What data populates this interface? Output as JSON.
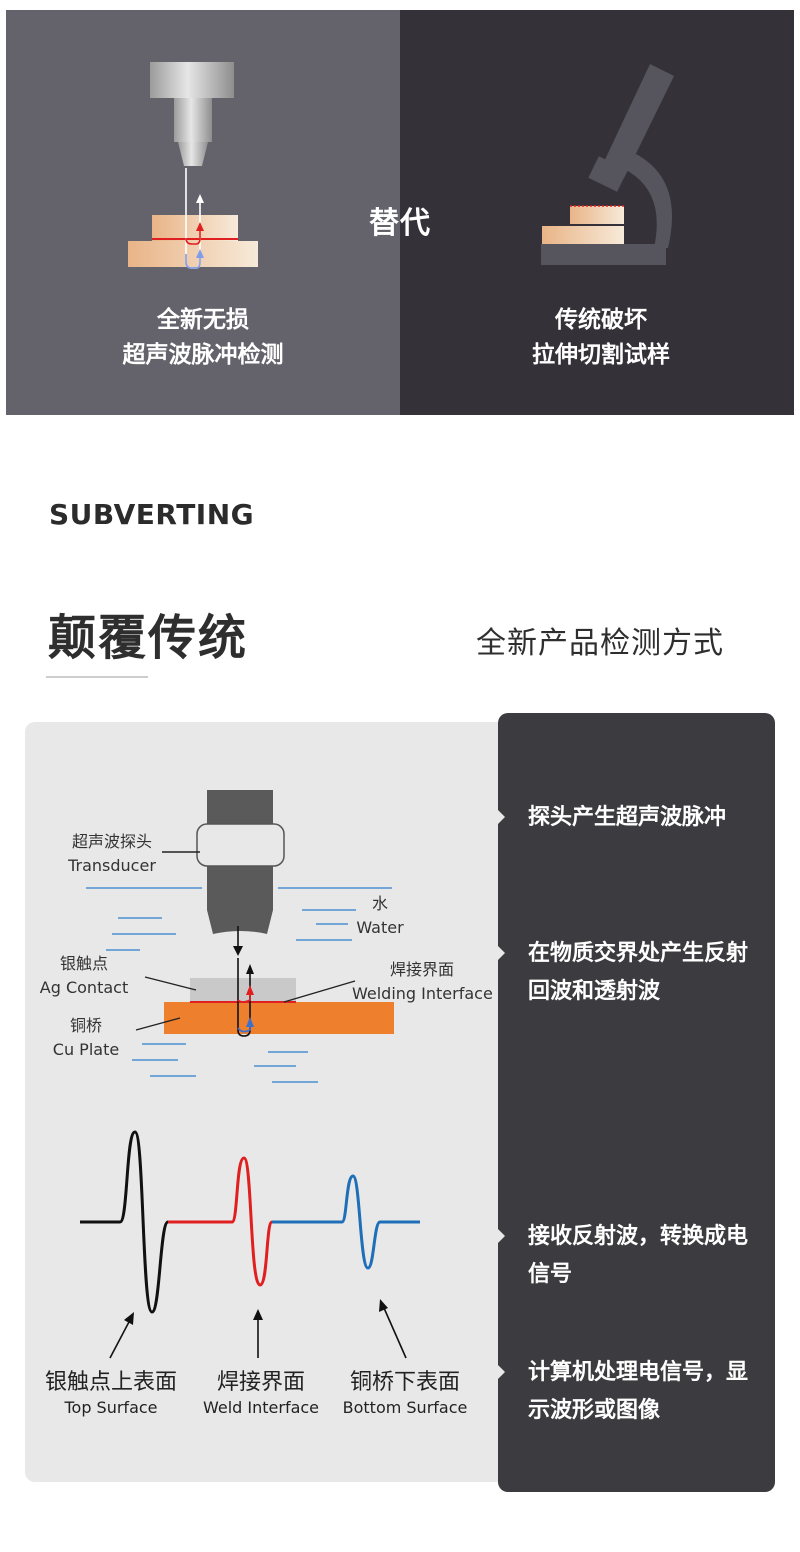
{
  "hero": {
    "center_label": "替代",
    "left_caption_line1": "全新无损",
    "left_caption_line2": "超声波脉冲检测",
    "right_caption_line1": "传统破坏",
    "right_caption_line2": "拉伸切割试样",
    "colors": {
      "left_bg": "#64636c",
      "right_bg": "#343238"
    }
  },
  "heading": {
    "eyebrow": "SUBVERTING",
    "title": "颠覆传统",
    "subtitle": "全新产品检测方式"
  },
  "diagram": {
    "labels": {
      "transducer_cn": "超声波探头",
      "transducer_en": "Transducer",
      "water_cn": "水",
      "water_en": "Water",
      "ag_cn": "银触点",
      "ag_en": "Ag Contact",
      "welding_cn": "焊接界面",
      "welding_en": "Welding Interface",
      "cu_cn": "铜桥",
      "cu_en": "Cu Plate"
    },
    "waves": [
      {
        "cn": "银触点上表面",
        "en": "Top Surface",
        "color": "#111111"
      },
      {
        "cn": "焊接界面",
        "en": "Weld Interface",
        "color": "#e02020"
      },
      {
        "cn": "铜桥下表面",
        "en": "Bottom Surface",
        "color": "#1f6fb8"
      }
    ],
    "colors": {
      "cu_plate": "#ee7f2d",
      "ag_contact": "#c9c9c9",
      "water": "#4a8fd1"
    }
  },
  "steps": [
    {
      "text": "探头产生超声波脉冲"
    },
    {
      "text": "在物质交界处产生反射回波和透射波"
    },
    {
      "text": "接收反射波，转换成电信号"
    },
    {
      "text": "计算机处理电信号，显示波形或图像"
    }
  ]
}
